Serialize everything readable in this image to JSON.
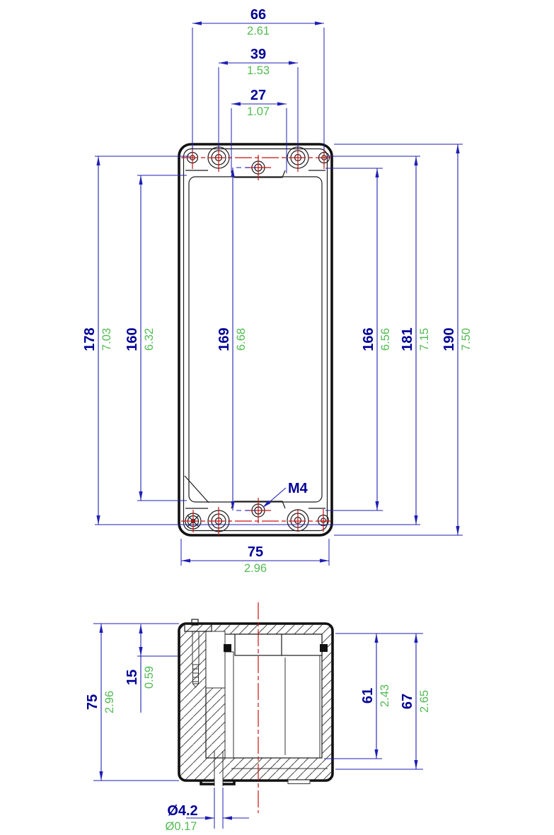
{
  "drawing": {
    "type": "technical-dimension-drawing",
    "views": {
      "plan": "enclosure-plan-view",
      "section": "enclosure-section-view"
    }
  },
  "colors": {
    "dimension_mm_text": "#000095",
    "dimension_inch_text": "#53bb53",
    "dimension_lines": "#1f1fb4",
    "centerlines": "#cc1111",
    "outline": "#111111",
    "background": "#ffffff"
  },
  "dims": {
    "top_outer": {
      "mm": "66",
      "in": "2.61"
    },
    "top_mid": {
      "mm": "39",
      "in": "1.53"
    },
    "top_inner": {
      "mm": "27",
      "in": "1.07"
    },
    "left_outer": {
      "mm": "178",
      "in": "7.03"
    },
    "left_inner": {
      "mm": "160",
      "in": "6.32"
    },
    "center_span": {
      "mm": "169",
      "in": "6.68"
    },
    "right_inner": {
      "mm": "166",
      "in": "6.56"
    },
    "right_mid": {
      "mm": "181",
      "in": "7.15"
    },
    "right_outer": {
      "mm": "190",
      "in": "7.50"
    },
    "bottom_width": {
      "mm": "75",
      "in": "2.96"
    },
    "side_height": {
      "mm": "75",
      "in": "2.96"
    },
    "lid_depth": {
      "mm": "15",
      "in": "0.59"
    },
    "cavity_depth": {
      "mm": "61",
      "in": "2.43"
    },
    "inner_height": {
      "mm": "67",
      "in": "2.65"
    },
    "hole_diameter": {
      "mm": "Ø4.2",
      "in": "Ø0.17"
    }
  },
  "labels": {
    "thread": "M4"
  }
}
